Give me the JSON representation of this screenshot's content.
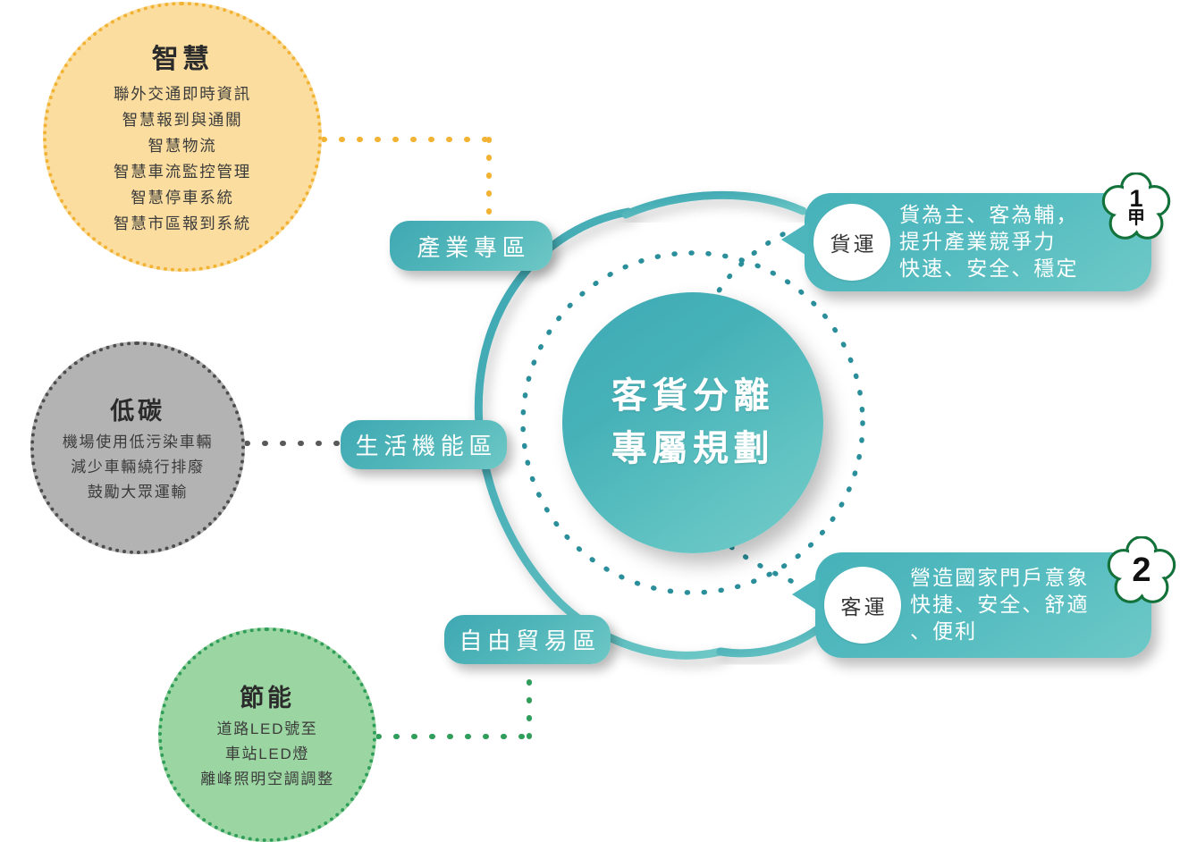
{
  "diagram": {
    "center": {
      "lines": [
        "客貨分離",
        "專屬規劃"
      ]
    },
    "features": [
      {
        "key": "smart",
        "title": "智慧",
        "color": "#fbdd9f",
        "dot_color": "#f2b233",
        "items": [
          "聯外交通即時資訊",
          "智慧報到與通關",
          "智慧物流",
          "智慧車流監控管理",
          "智慧停車系統",
          "智慧市區報到系統"
        ]
      },
      {
        "key": "low-carbon",
        "title": "低碳",
        "color": "#b3b3b3",
        "dot_color": "#4d4d4d",
        "items": [
          "機場使用低污染車輛",
          "減少車輛繞行排廢",
          "鼓勵大眾運輸"
        ]
      },
      {
        "key": "energy-saving",
        "title": "節能",
        "color": "#9bd5a2",
        "dot_color": "#2f9e5a",
        "items": [
          "道路LED號至",
          "車站LED燈",
          "離峰照明空調調整"
        ]
      }
    ],
    "zones": [
      {
        "key": "industry",
        "label": "產業專區"
      },
      {
        "key": "living",
        "label": "生活機能區"
      },
      {
        "key": "free-trade",
        "label": "自由貿易區"
      }
    ],
    "callouts": [
      {
        "key": "cargo",
        "mode": "貨運",
        "lines": [
          "貨為主、客為輔，",
          "提升產業競爭力",
          "快速、安全、穩定"
        ],
        "badge": {
          "number": "1",
          "sub": "甲"
        }
      },
      {
        "key": "passenger",
        "mode": "客運",
        "lines": [
          "營造國家門戶意象",
          "快捷、安全、舒適",
          "、便利"
        ],
        "badge": {
          "number": "2",
          "sub": ""
        }
      }
    ],
    "colors": {
      "teal_dark": "#3fa8b3",
      "teal_light": "#6ec8c6",
      "yellow": "#fbdd9f",
      "yellow_dot": "#f2b233",
      "grey": "#b3b3b3",
      "grey_dot": "#4d4d4d",
      "green": "#9bd5a2",
      "green_dot": "#2f9e5a",
      "badge_outline": "#13713a"
    }
  }
}
